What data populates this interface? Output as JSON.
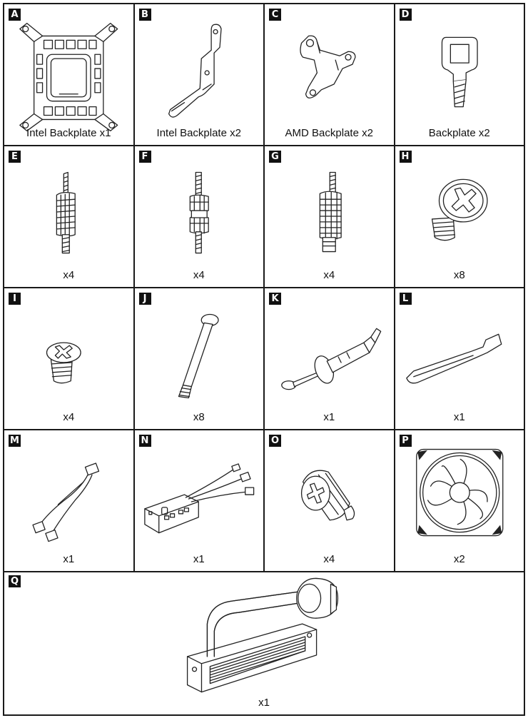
{
  "parts": [
    {
      "letter": "A",
      "label": "Intel Backplate x1",
      "icon": "intel-backplate-icon"
    },
    {
      "letter": "B",
      "label": "Intel Backplate x2",
      "icon": "intel-bracket-icon"
    },
    {
      "letter": "C",
      "label": "AMD Backplate x2",
      "icon": "amd-bracket-icon"
    },
    {
      "letter": "D",
      "label": "Backplate x2",
      "icon": "backplate-tool-icon"
    },
    {
      "letter": "E",
      "label": "x4",
      "icon": "standoff-icon"
    },
    {
      "letter": "F",
      "label": "x4",
      "icon": "standoff-icon"
    },
    {
      "letter": "G",
      "label": "x4",
      "icon": "standoff-icon"
    },
    {
      "letter": "H",
      "label": "x8",
      "icon": "fan-screw-icon"
    },
    {
      "letter": "I",
      "label": "x4",
      "icon": "flat-screw-icon"
    },
    {
      "letter": "J",
      "label": "x8",
      "icon": "long-screw-icon"
    },
    {
      "letter": "K",
      "label": "x1",
      "icon": "thermal-paste-syringe-icon"
    },
    {
      "letter": "L",
      "label": "x1",
      "icon": "spatula-icon"
    },
    {
      "letter": "M",
      "label": "x1",
      "icon": "y-splitter-cable-icon"
    },
    {
      "letter": "N",
      "label": "x1",
      "icon": "controller-hub-icon"
    },
    {
      "letter": "O",
      "label": "x4",
      "icon": "thumb-nut-icon"
    },
    {
      "letter": "P",
      "label": "x2",
      "icon": "fan-icon"
    },
    {
      "letter": "Q",
      "label": "x1",
      "icon": "radiator-pump-icon"
    }
  ]
}
